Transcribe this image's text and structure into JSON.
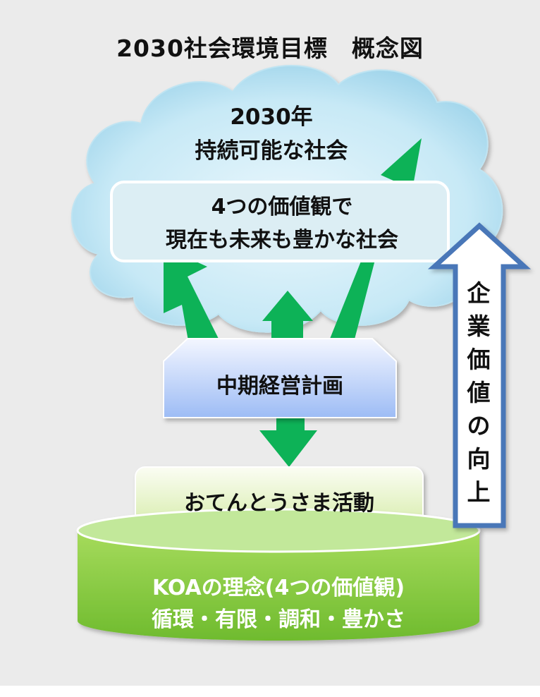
{
  "title": "2030社会環境目標　概念図",
  "cloud": {
    "line1": "2030年",
    "line2": "持続可能な社会"
  },
  "goal_box": {
    "line1": "4つの価値観で",
    "line2": "現在も未来も豊かな社会"
  },
  "plan_box": {
    "label": "中期経営計画"
  },
  "activity_box": {
    "label": "おてんとうさま活動"
  },
  "base": {
    "line1": "KOAの理念(4つの価値観)",
    "line2": "循環・有限・調和・豊かさ"
  },
  "side_arrow": {
    "label": "企業価値の向上"
  },
  "colors": {
    "background": "#ebebeb",
    "cloud_fill": "#a9dbee",
    "arrow_green": "#0db257",
    "base_green": "#8dcf4a",
    "side_arrow_border": "#4a77b8",
    "plan_box_fill": "#b3ccf7",
    "activity_box_fill": "#e6f3c7"
  }
}
